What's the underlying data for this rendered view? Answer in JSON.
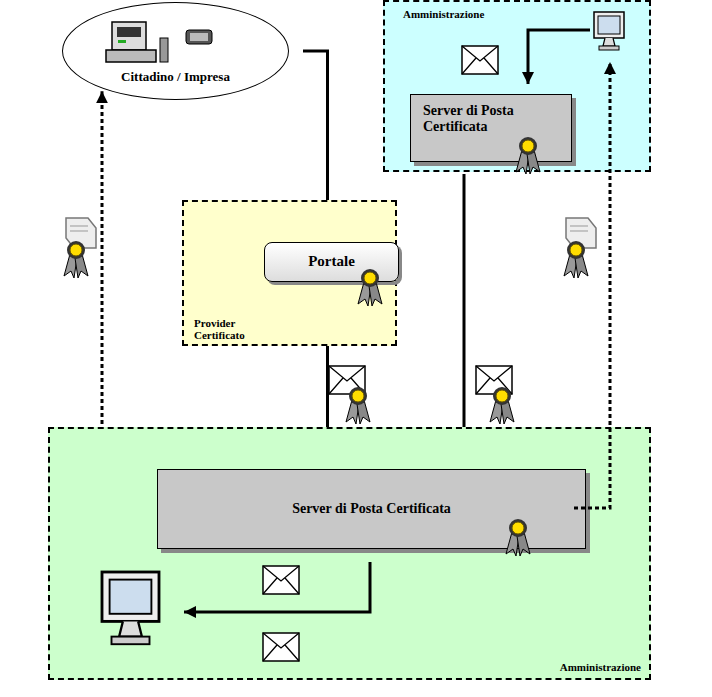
{
  "diagram": {
    "nodes": [
      {
        "text": [
          "Cittadino / Impresa"
        ]
      },
      {
        "text": [
          "Amministrazione"
        ]
      },
      {
        "text": [
          "Server di Posta Certificata"
        ],
        "in": 1
      },
      {
        "text": [
          "Provider Certificato"
        ]
      },
      {
        "text": [
          "Portale"
        ],
        "in": 3
      },
      {
        "text": [
          "Amministrazione"
        ]
      },
      {
        "text": [
          "Server di Posta Certificata"
        ],
        "in": 5
      }
    ],
    "edges": [
      {
        "from": 0,
        "to": 4,
        "arrow": "to"
      },
      {
        "from": 4,
        "to": 6,
        "arrow": "to"
      },
      {
        "from": 2,
        "to": 6,
        "arrow": "to"
      },
      {
        "from": 6,
        "to": 0,
        "arrow": "to"
      }
    ]
  }
}
